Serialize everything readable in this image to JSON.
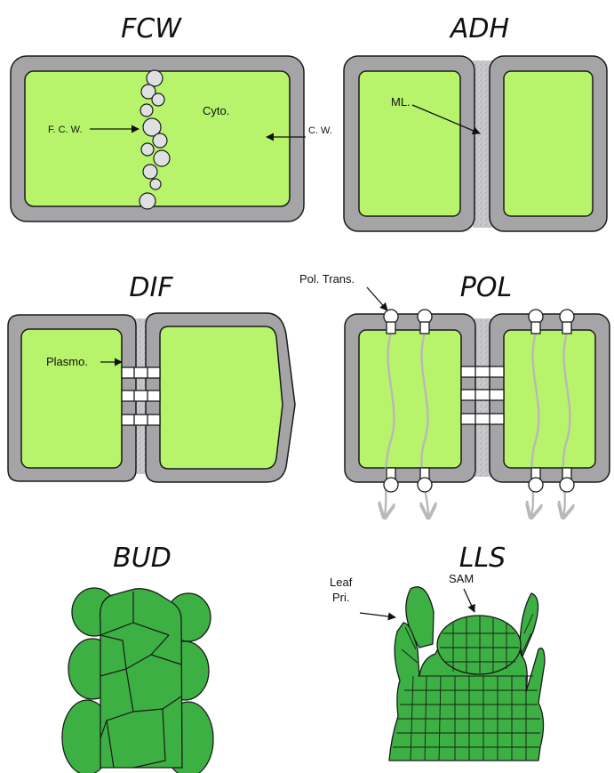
{
  "colors": {
    "cytoplasm": "#b7f36b",
    "cell_wall": "#a5a5a8",
    "middle_lamella": "#c6c7cb",
    "tissue": "#3cb043",
    "outline": "#1a1a1a"
  },
  "panels": {
    "fcw": {
      "title": "FCW",
      "label_fcw": "F. C. W.",
      "label_cyto": "Cyto.",
      "label_cw": "C. W."
    },
    "adh": {
      "title": "ADH",
      "label_ml": "ML."
    },
    "dif": {
      "title": "DIF",
      "label_plasmo": "Plasmo."
    },
    "pol": {
      "title": "POL",
      "label_pol": "Pol. Trans."
    },
    "bud": {
      "title": "BUD"
    },
    "lls": {
      "title": "LLS",
      "label_sam": "SAM",
      "label_leaf1": "Leaf",
      "label_leaf2": "Pri."
    }
  }
}
